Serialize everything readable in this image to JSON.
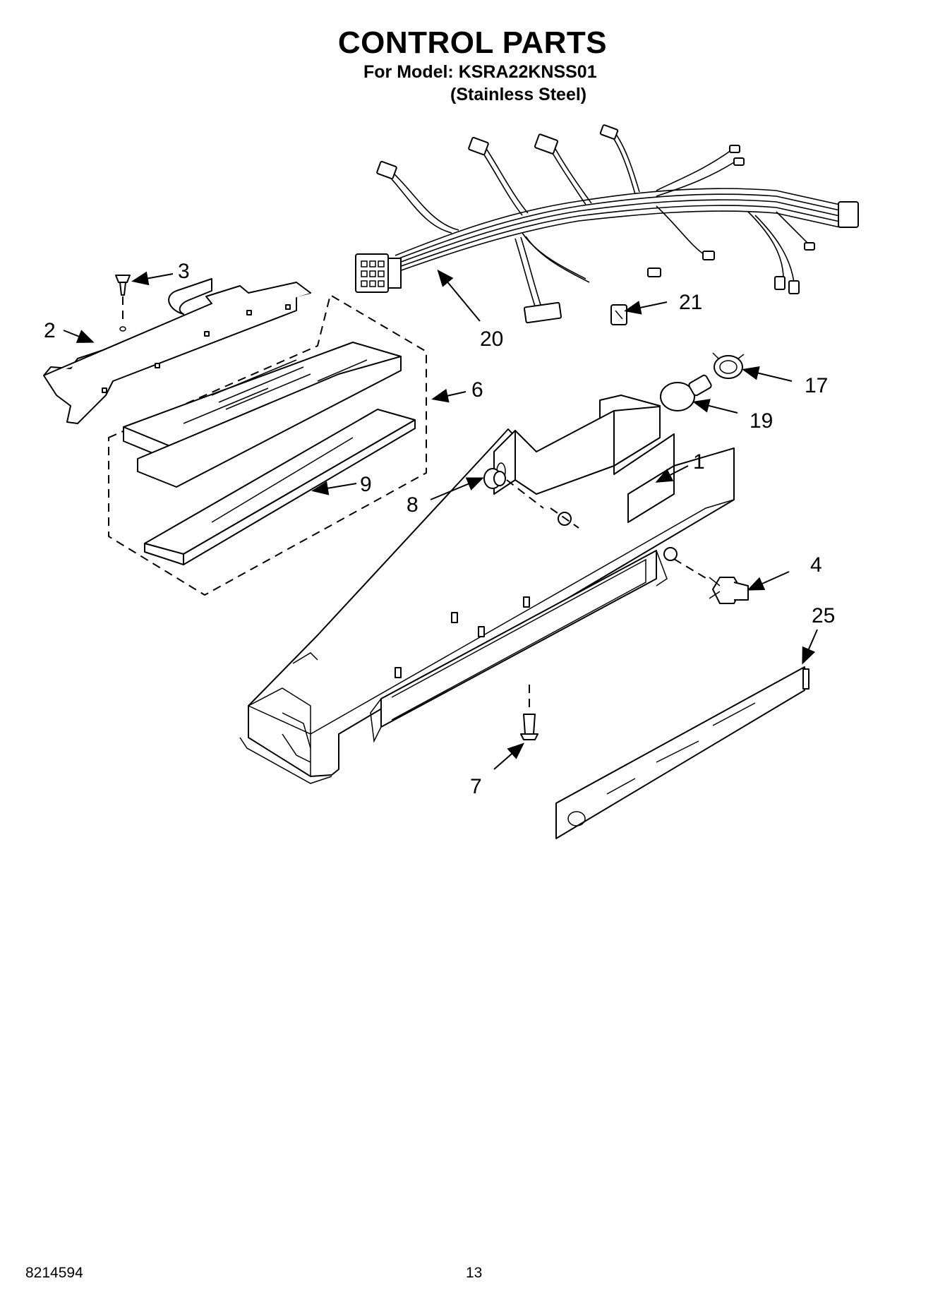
{
  "header": {
    "title": "CONTROL PARTS",
    "model_line": "For Model: KSRA22KNSS01",
    "finish_line": "(Stainless Steel)"
  },
  "callouts": {
    "p1": "1",
    "p2": "2",
    "p3": "3",
    "p4": "4",
    "p6": "6",
    "p7": "7",
    "p8": "8",
    "p9": "9",
    "p17": "17",
    "p19": "19",
    "p20": "20",
    "p21": "21",
    "p25": "25"
  },
  "footer": {
    "doc_number": "8214594",
    "page_number": "13"
  }
}
